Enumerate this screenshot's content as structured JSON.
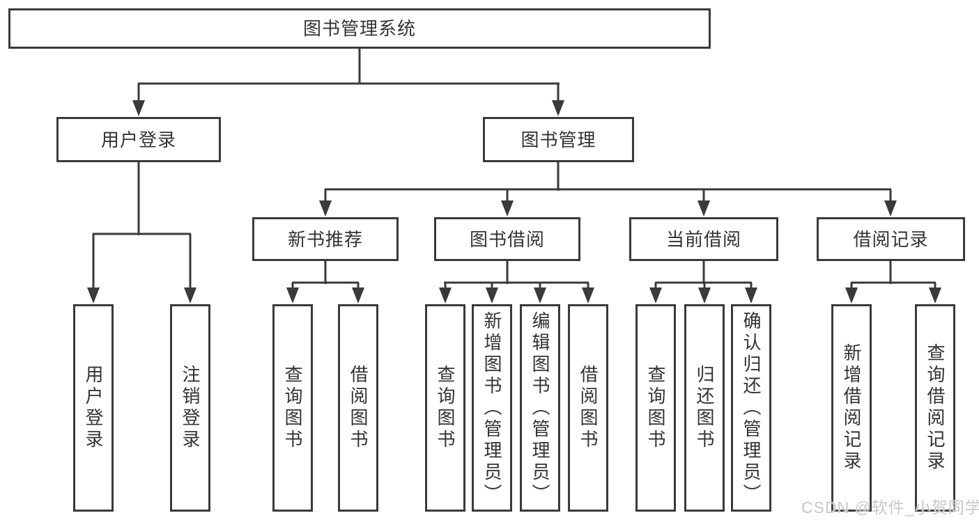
{
  "tree": {
    "root": {
      "label": "图书管理系统"
    },
    "level2": [
      {
        "label": "用户登录",
        "children": [
          {
            "label": "用户登录"
          },
          {
            "label": "注销登录"
          }
        ]
      },
      {
        "label": "图书管理",
        "children": [
          {
            "label": "新书推荐",
            "children": [
              {
                "label": "查询图书"
              },
              {
                "label": "借阅图书"
              }
            ]
          },
          {
            "label": "图书借阅",
            "children": [
              {
                "label": "查询图书"
              },
              {
                "label": "新增图书（管理员）"
              },
              {
                "label": "编辑图书（管理员）"
              },
              {
                "label": "借阅图书"
              }
            ]
          },
          {
            "label": "当前借阅",
            "children": [
              {
                "label": "查询图书"
              },
              {
                "label": "归还图书"
              },
              {
                "label": "确认归还（管理员）"
              }
            ]
          },
          {
            "label": "借阅记录",
            "children": [
              {
                "label": "新增借阅记录"
              },
              {
                "label": "查询借阅记录"
              }
            ]
          }
        ]
      }
    ]
  },
  "watermark": {
    "text": "CSDN @软件_小贺同学"
  },
  "colors": {
    "line": "#3a3a3a",
    "text": "#333333",
    "watermark": "#c7c7c7",
    "background": "#ffffff"
  }
}
